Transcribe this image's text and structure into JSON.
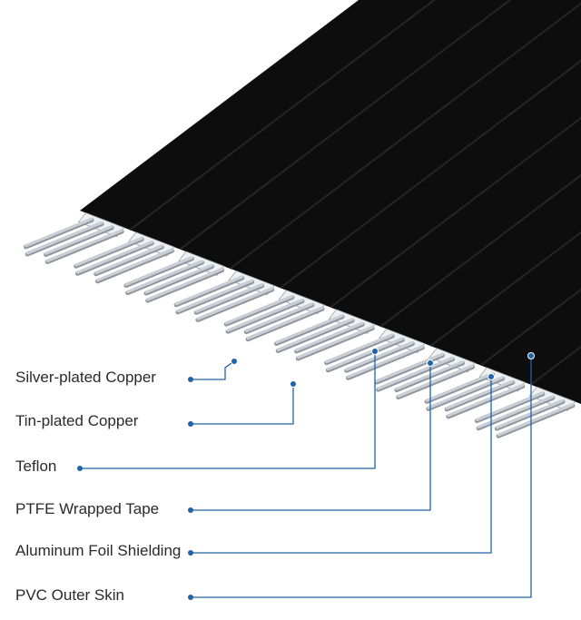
{
  "colors": {
    "jacket": "#0d0d0d",
    "jacket_highlight": "#262626",
    "wire": "#c9cfd6",
    "wire_dark": "#8d949c",
    "leader_line": "#1f63a8",
    "label_text": "#2a2a2a"
  },
  "cable": {
    "channels": 10,
    "conductors_per_channel": 4
  },
  "labels": [
    {
      "id": "silver-plated-copper",
      "text": "Silver-plated Copper"
    },
    {
      "id": "tin-plated-copper",
      "text": "Tin-plated Copper"
    },
    {
      "id": "teflon",
      "text": "Teflon"
    },
    {
      "id": "ptfe-wrapped-tape",
      "text": "PTFE Wrapped Tape"
    },
    {
      "id": "aluminum-foil-shielding",
      "text": "Aluminum Foil Shielding"
    },
    {
      "id": "pvc-outer-skin",
      "text": "PVC Outer Skin"
    }
  ]
}
